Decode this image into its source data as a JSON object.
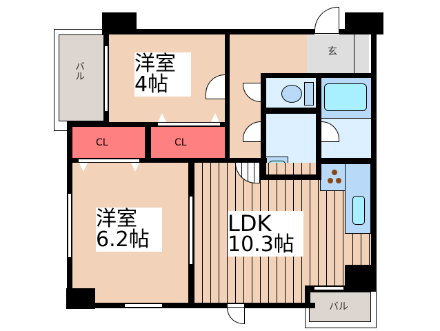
{
  "floor_plan": {
    "rooms": {
      "western_room_1": {
        "name": "洋室",
        "size": "4帖"
      },
      "western_room_2": {
        "name": "洋室",
        "size": "6.2帖"
      },
      "ldk": {
        "name": "LDK",
        "size": "10.3帖"
      },
      "closet_1": {
        "label": "CL"
      },
      "closet_2": {
        "label": "CL"
      },
      "entrance": {
        "label": "玄"
      },
      "balcony_1": {
        "label": "バル"
      },
      "balcony_2": {
        "label": "バル"
      }
    },
    "colors": {
      "wood_floor": "#f2d2b8",
      "closet": "#ff8080",
      "wet_area": "#ddf0ff",
      "bath": "#a8f0ff",
      "balcony": "#dcd5d0",
      "entrance": "#dedede",
      "wall": "#000000"
    }
  }
}
